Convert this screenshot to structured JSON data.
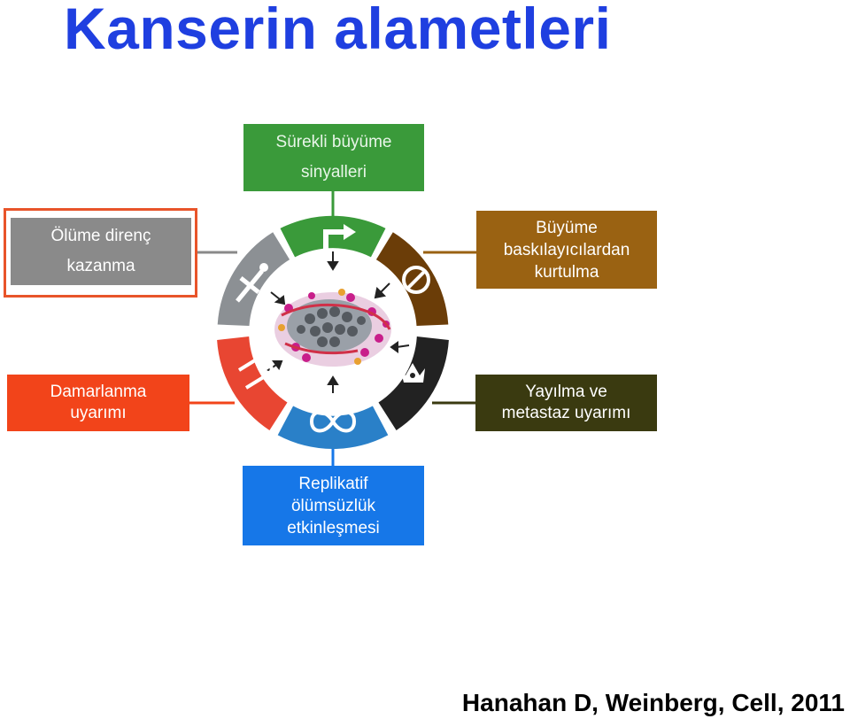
{
  "title": "Kanserin alametleri",
  "hallmarks": {
    "sustained_signaling": [
      "Sürekli büyüme",
      "sinyalleri"
    ],
    "resisting_death": [
      "Ölüme direnç",
      "kazanma"
    ],
    "evading_suppressors": [
      "Büyüme",
      "baskılayıcılardan",
      "kurtulma"
    ],
    "angiogenesis": [
      "Damarlanma",
      "uyarımı"
    ],
    "metastasis": [
      "Yayılma ve",
      "metastaz uyarımı"
    ],
    "immortality": [
      "Replikatif",
      "ölümsüzlük",
      "etkinleşmesi"
    ]
  },
  "colors": {
    "title": "#1f3fe0",
    "green": "#3a9a3a",
    "grey": "#8a8a8a",
    "brown": "#9a6212",
    "red": "#f2441a",
    "dark": "#3a3a10",
    "blue": "#1677e8",
    "highlight": "#e8542a"
  },
  "icons": [
    "growth-arrow-icon",
    "no-entry-icon",
    "spreading-cell-icon",
    "infinity-icon",
    "blood-vessel-icon",
    "dagger-cross-icon"
  ],
  "citation": "Hanahan D, Weinberg, Cell, 2011"
}
